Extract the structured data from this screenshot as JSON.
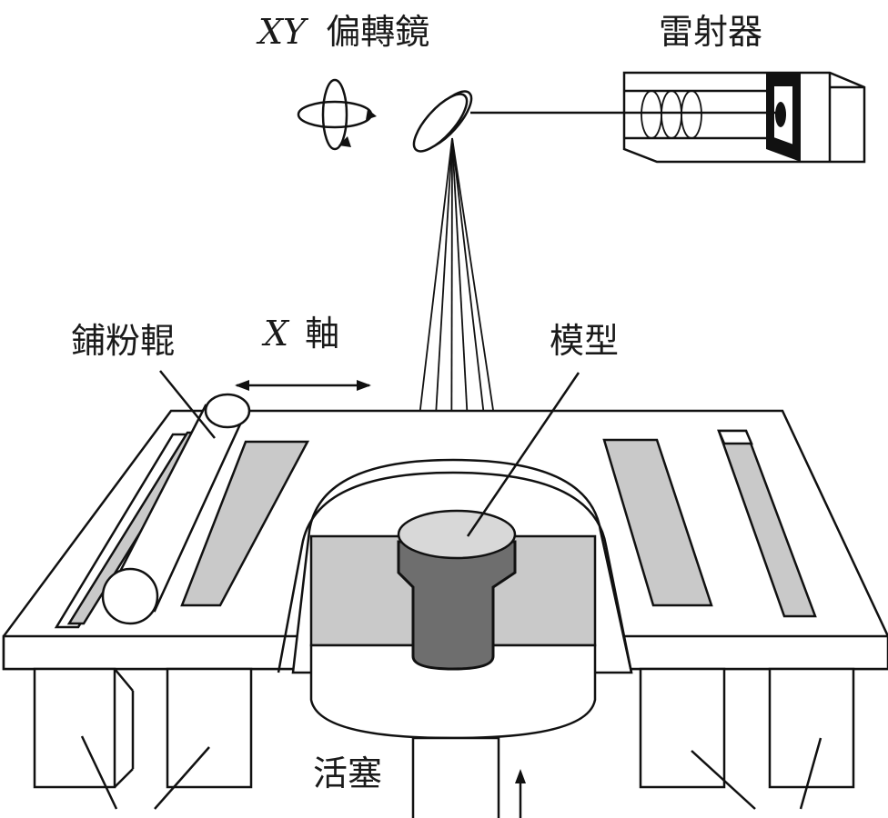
{
  "labels": {
    "xy_mirror_prefix": "XY",
    "xy_mirror_suffix": "偏轉鏡",
    "laser": "雷射器",
    "roller": "鋪粉輥",
    "x_axis_prefix": "X",
    "x_axis_suffix": "軸",
    "model": "模型",
    "piston": "活塞"
  },
  "colors": {
    "powder": "#c9c9c9",
    "model": "#6e6e6e",
    "line": "#111111"
  }
}
